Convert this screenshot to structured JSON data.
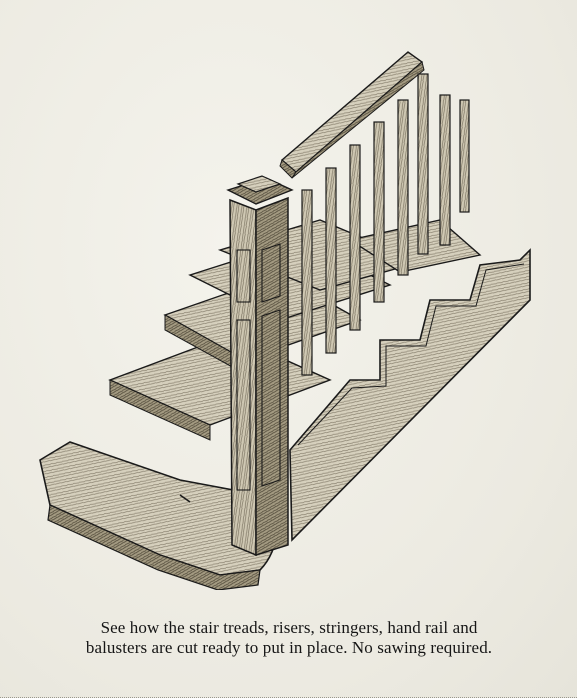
{
  "caption": {
    "line1": "See how the stair treads, risers, stringers, hand rail and",
    "line2": "balusters are cut ready to put in place.  No sawing required."
  },
  "colors": {
    "ink": "#1a1a1a",
    "wood_light": "#d9d4c2",
    "wood_mid": "#b5ad95",
    "wood_dark": "#6e6754",
    "paper": "#efeee6"
  },
  "parts": [
    "hand-rail",
    "balusters",
    "newel-post",
    "treads",
    "risers",
    "stringer",
    "starting-step"
  ]
}
